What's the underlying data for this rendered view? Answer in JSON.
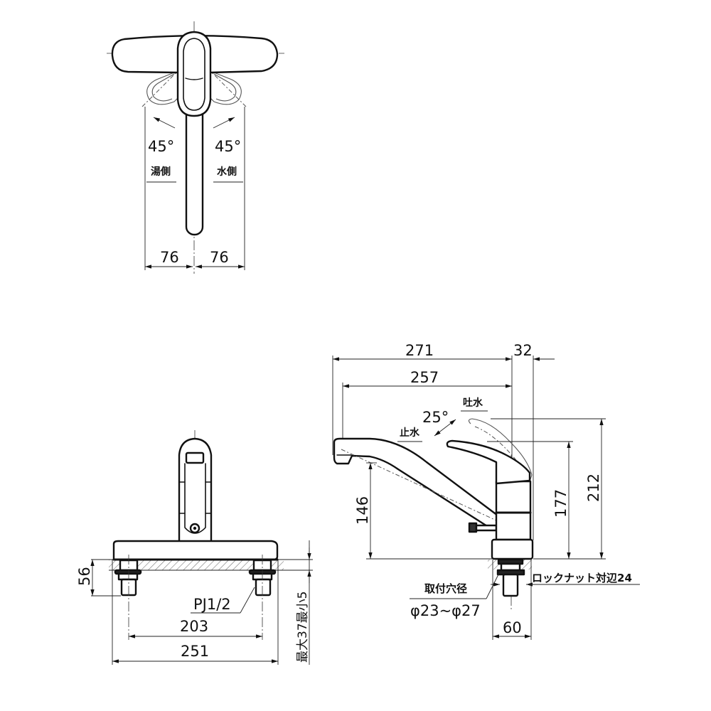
{
  "drawing": {
    "title": "Single-lever kitchen faucet dimension drawing",
    "top_view": {
      "angle_left": "45°",
      "angle_right": "45°",
      "label_hot_side": "湯側",
      "label_cold_side": "水側",
      "dim_left": "76",
      "dim_right": "76"
    },
    "front_view": {
      "dim_height_56": "56",
      "pipe_thread": "PJ1/2",
      "dim_203": "203",
      "dim_251": "251",
      "counter_thickness": "最大37最小5"
    },
    "side_view": {
      "dim_271": "271",
      "dim_32": "32",
      "dim_257": "257",
      "angle_25": "25°",
      "label_water_on": "吐水",
      "label_water_off": "止水",
      "dim_146": "146",
      "dim_177": "177",
      "dim_212": "212",
      "dim_60": "60",
      "locknut_label": "ロックナット対辺24",
      "mount_hole_label": "取付穴径",
      "mount_hole_value": "φ23~φ27"
    }
  }
}
